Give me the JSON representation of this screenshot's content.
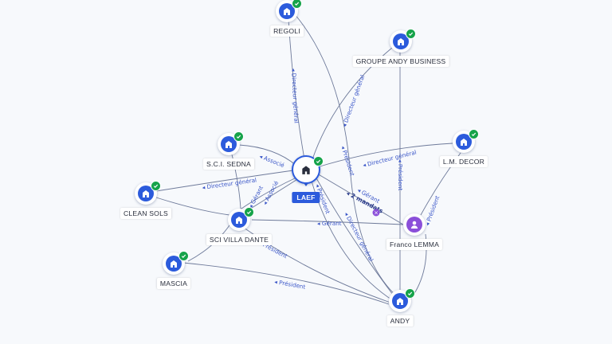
{
  "nodes": {
    "regoli": {
      "label": "REGOLI",
      "icon": "building-icon"
    },
    "groupe": {
      "label": "GROUPE ANDY BUSINESS",
      "icon": "building-icon"
    },
    "sedna": {
      "label": "S.C.I. SEDNA",
      "icon": "building-icon"
    },
    "laef": {
      "label": "LAEF",
      "icon": "building-icon"
    },
    "lmdecor": {
      "label": "L.M. DECOR",
      "icon": "building-icon"
    },
    "cleansols": {
      "label": "CLEAN SOLS",
      "icon": "building-icon"
    },
    "villadante": {
      "label": "SCI VILLA DANTE",
      "icon": "building-icon"
    },
    "franco": {
      "label": "Franco LEMMA",
      "icon": "person-icon"
    },
    "mascia": {
      "label": "MASCIA",
      "icon": "building-icon"
    },
    "andy": {
      "label": "ANDY",
      "icon": "building-icon"
    }
  },
  "edge_labels": {
    "regoli_laef": "Directeur général",
    "groupe_laef": "Directeur général",
    "sedna_laef": "Associé",
    "cleansols_laef": "Directeur général",
    "villadante_laef": "Associé",
    "villadante_laef2": "Gérant",
    "lmdecor_laef": "Directeur général",
    "regoli_andy": "Président",
    "groupe_andy": "Président",
    "franco_laef": "Gérant",
    "franco_villadante": "Gérant",
    "franco_lmdecor": "Président",
    "laef_andy": "Directeur général",
    "laef_andy2": "Président",
    "villadante_andy": "Président",
    "mascia_andy": "Président",
    "mandates": "2 mandats"
  },
  "colors": {
    "accent": "#2c5bdc",
    "person": "#8b4fd9",
    "verified": "#16a34a",
    "edge": "#6e7a9a",
    "edge_label": "#3a56c8"
  }
}
